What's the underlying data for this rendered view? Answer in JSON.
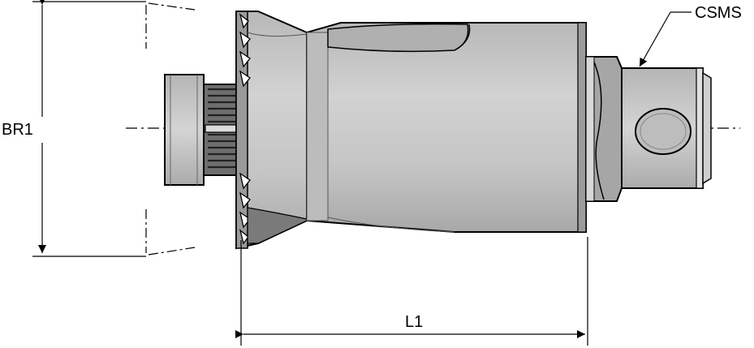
{
  "labels": {
    "br1": "BR1",
    "l1": "L1",
    "csms": "CSMS"
  },
  "colors": {
    "body_fill": "#c9c9c9",
    "body_dark": "#8c8c8c",
    "line": "#000000",
    "background": "#ffffff"
  }
}
